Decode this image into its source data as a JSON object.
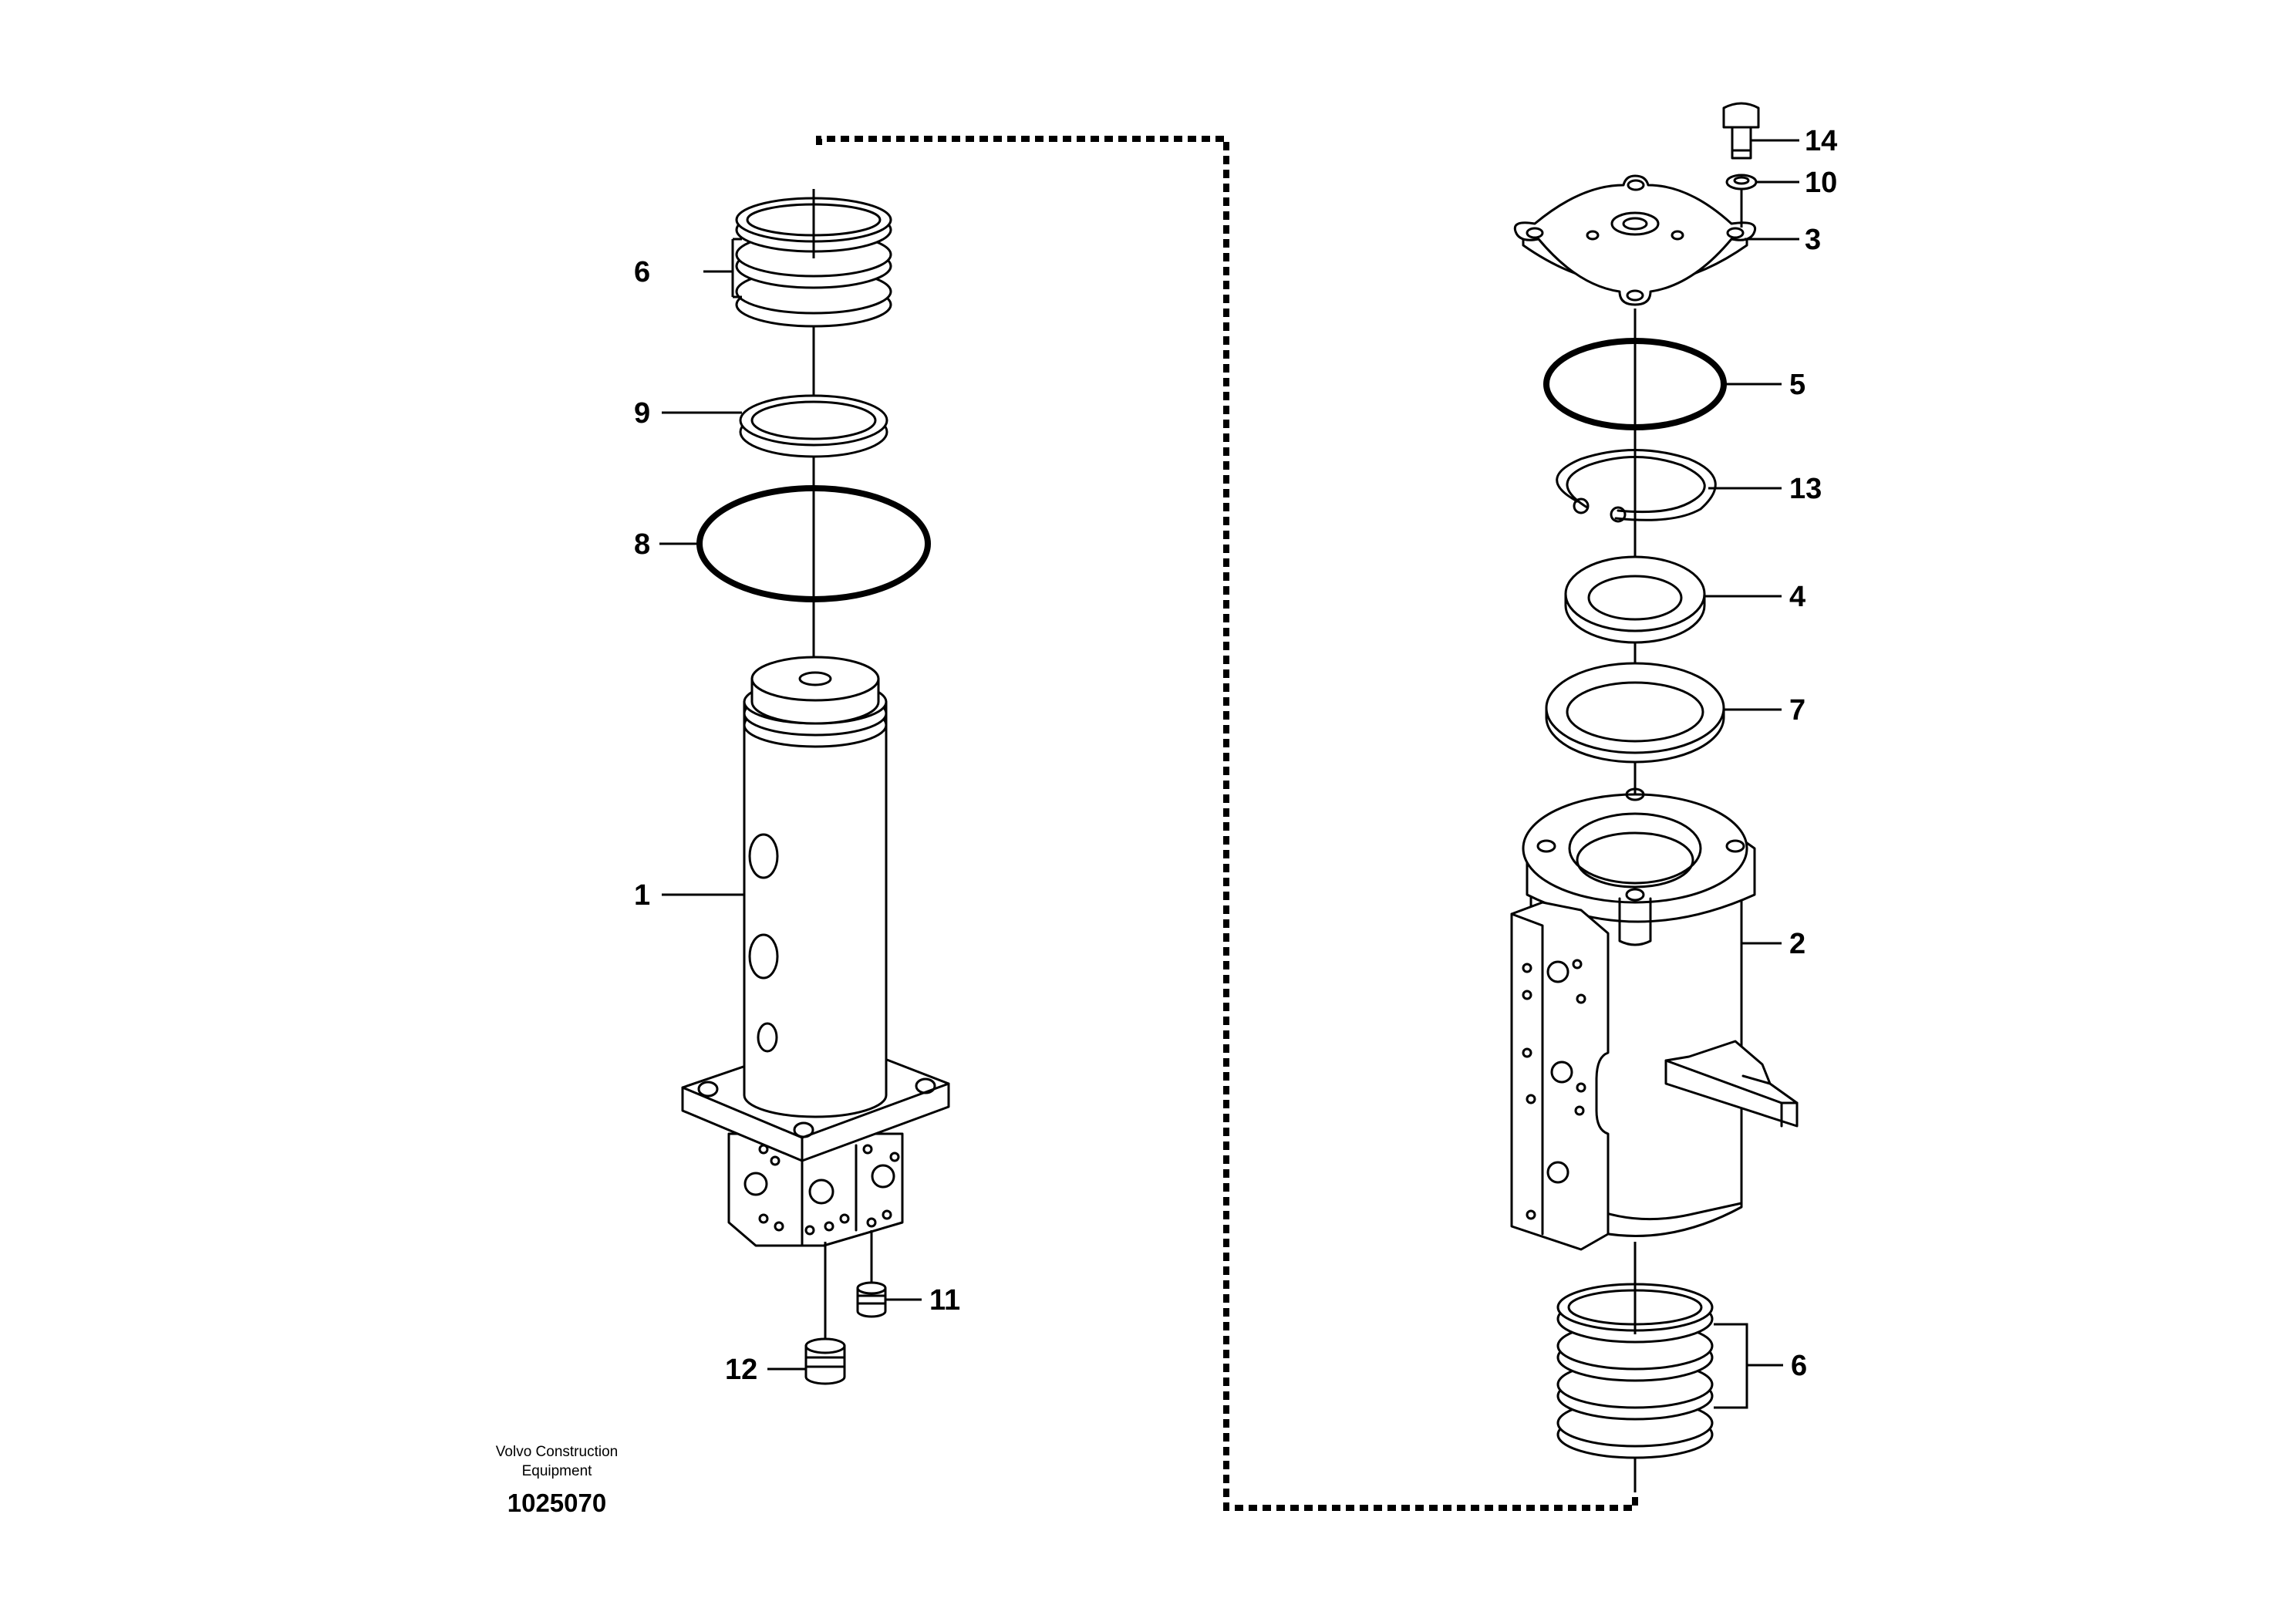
{
  "credit": {
    "line1": "Volvo Construction",
    "line2": "Equipment"
  },
  "figure_number": "1025070",
  "callouts": {
    "p1": "1",
    "p2": "2",
    "p3": "3",
    "p4": "4",
    "p5": "5",
    "p6_left": "6",
    "p6_right": "6",
    "p7": "7",
    "p8": "8",
    "p9": "9",
    "p10": "10",
    "p11": "11",
    "p12": "12",
    "p13": "13",
    "p14": "14"
  }
}
